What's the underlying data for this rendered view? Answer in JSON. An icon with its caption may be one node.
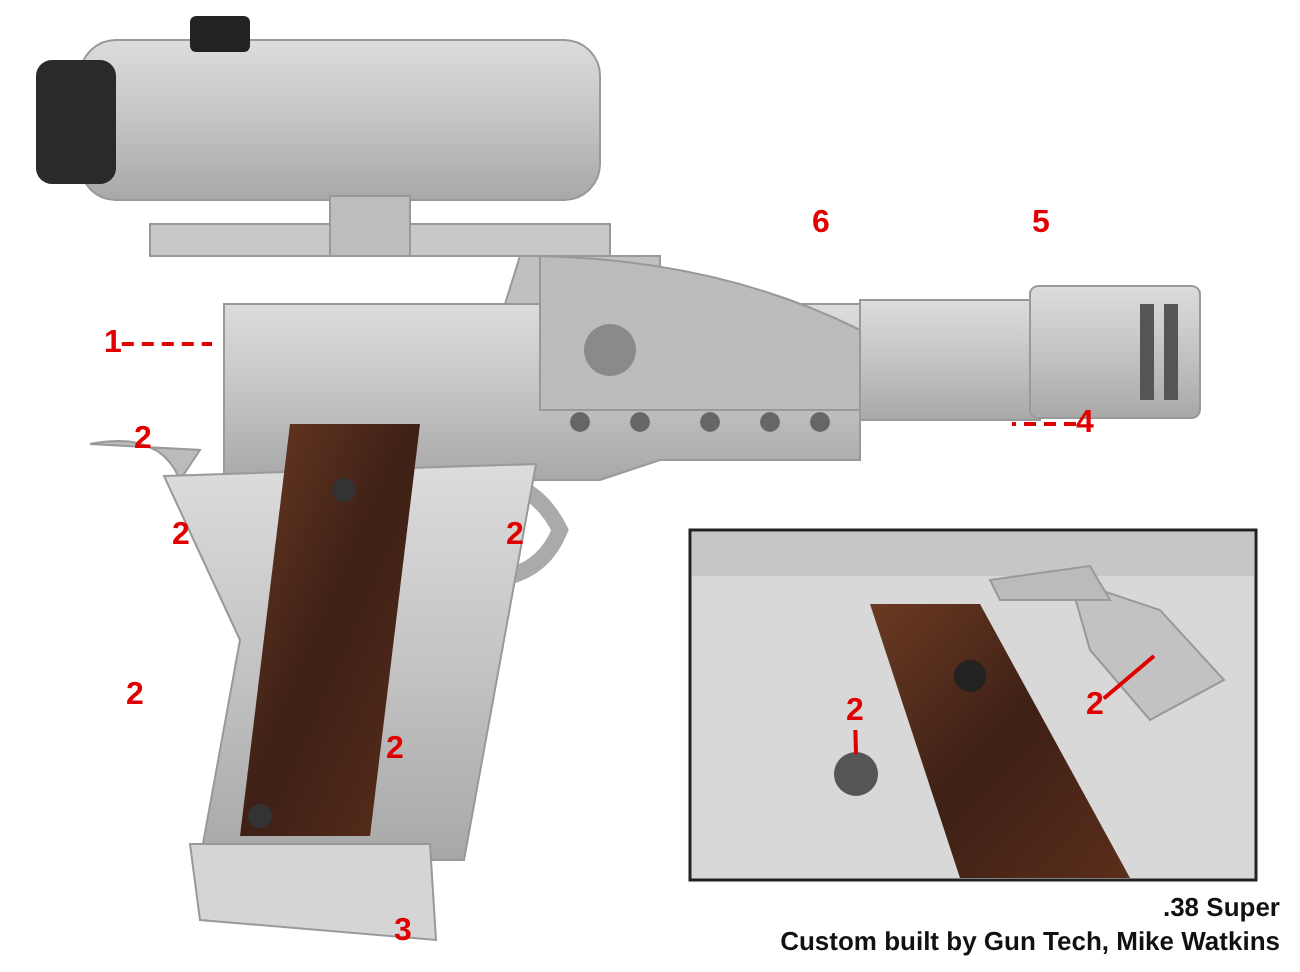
{
  "diagram": {
    "caption": ".38 Super",
    "nodes": [
      {
        "text": [
          "1"
        ]
      },
      {
        "text": [
          "4"
        ]
      },
      {
        "text": [
          "2"
        ]
      },
      {
        "text": [
          "2"
        ]
      }
    ],
    "edges": [
      {
        "from": 0,
        "to": null,
        "arrow": "none",
        "style": "dashed"
      },
      {
        "from": 1,
        "to": null,
        "arrow": "none",
        "style": "dashed"
      },
      {
        "from": 2,
        "to": null,
        "arrow": "none"
      },
      {
        "from": 3,
        "to": null,
        "arrow": "none"
      }
    ],
    "labels": [
      "6",
      "5",
      "2",
      "2",
      "2",
      "2",
      "2",
      "3",
      "Custom built by Gun Tech, Mike Watkins"
    ]
  }
}
